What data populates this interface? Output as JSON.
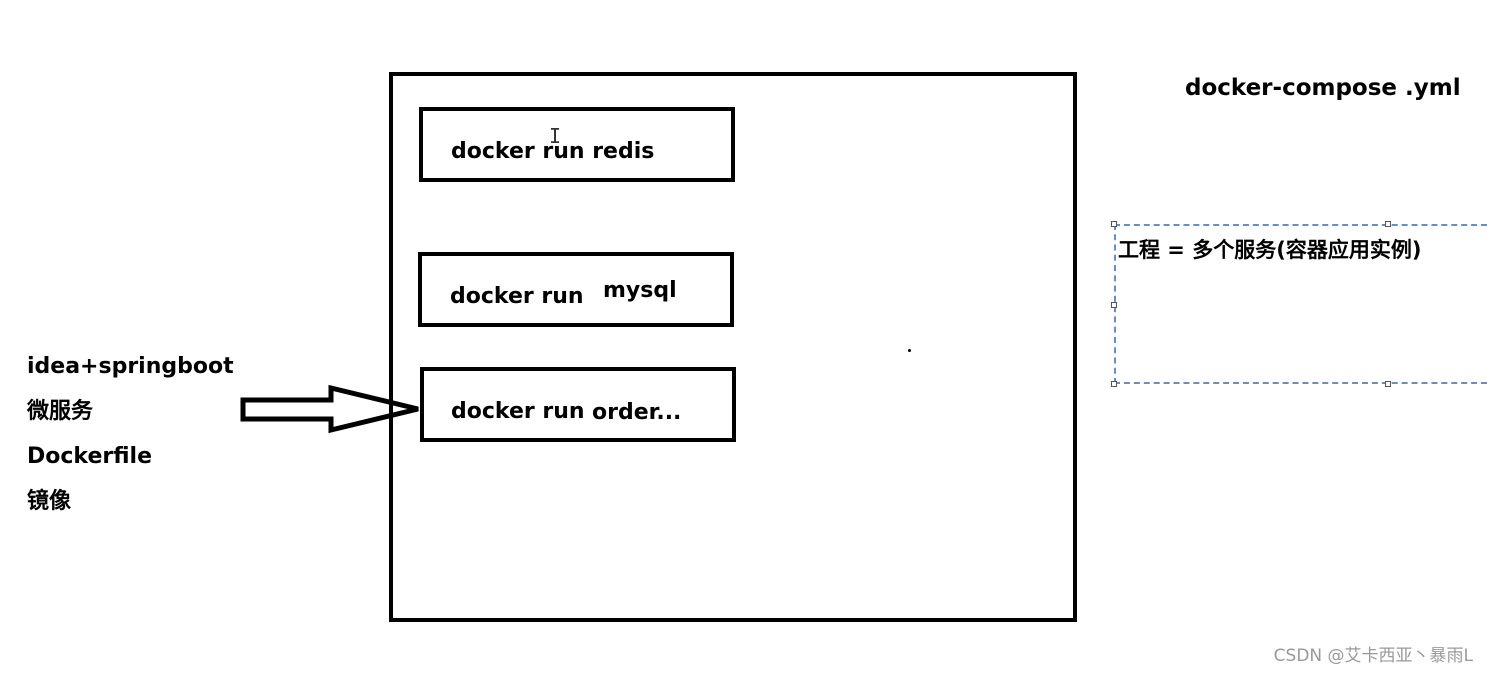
{
  "left_labels": {
    "line1": "idea+springboot",
    "line2": "微服务",
    "line3": "Dockerfile",
    "line4": "镜像"
  },
  "commands": {
    "redis": "docker run redis",
    "mysql_prefix": "docker run",
    "mysql_suffix": "mysql",
    "order_prefix": "docker run",
    "order_suffix": "order..."
  },
  "compose_file": "docker-compose .yml",
  "project_note": "工程 = 多个服务(容器应用实例)",
  "watermark": "CSDN @艾卡西亚丶暴雨L"
}
